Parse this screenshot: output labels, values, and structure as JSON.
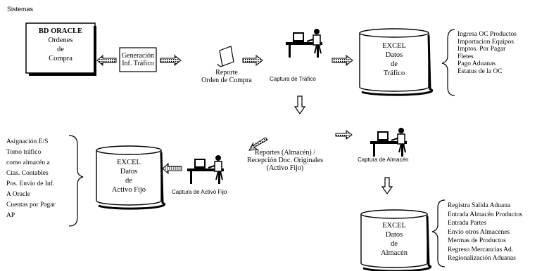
{
  "title": "Sistemas",
  "nodes": {
    "oracle": [
      "BD ORACLE",
      "Ordenes",
      "de",
      "Compra"
    ],
    "generacion": [
      "Generación",
      "Inf. Tráfico"
    ],
    "reporte_oc": [
      "Reporte",
      "Orden de Compra"
    ],
    "captura_trafico": "Captura de Tráfico",
    "excel_trafico": [
      "EXCEL",
      "Datos",
      "de",
      "Tráfico"
    ],
    "reportes_almacen": [
      "Reportes (Almacén) /",
      "Recepción Doc. Originales",
      "(Activo Fijo)"
    ],
    "captura_almacen": "Captura de Almacén",
    "excel_activo": [
      "EXCEL",
      "Datos",
      "de",
      "Activo Fijo"
    ],
    "captura_activo": "Captura de Activo Fijo",
    "excel_almacen": [
      "EXCEL",
      "Datos",
      "de",
      "Almacén"
    ]
  },
  "trafico_list": [
    "Ingresa OC Productos",
    "Importacion Equipos",
    "Imptos. Por Pagar",
    "Fletes",
    "Pago Aduanas",
    "Estatus de la OC"
  ],
  "activo_list": [
    "Asignación E/S",
    "Tomo tráfico",
    "como almacén a",
    "Ctas. Contables",
    "Pos. Envío de Inf.",
    "A Oracle",
    "Cuentas por Pagar",
    "AP"
  ],
  "almacen_list": [
    "Registra Salida Aduana",
    "Entrada Almacén Productos",
    "Entrada Partes",
    "Envío otros Almacenes",
    "Mermas de Productos",
    "Regreso Mercancías Ad.",
    "Regionalización Aduanas"
  ]
}
